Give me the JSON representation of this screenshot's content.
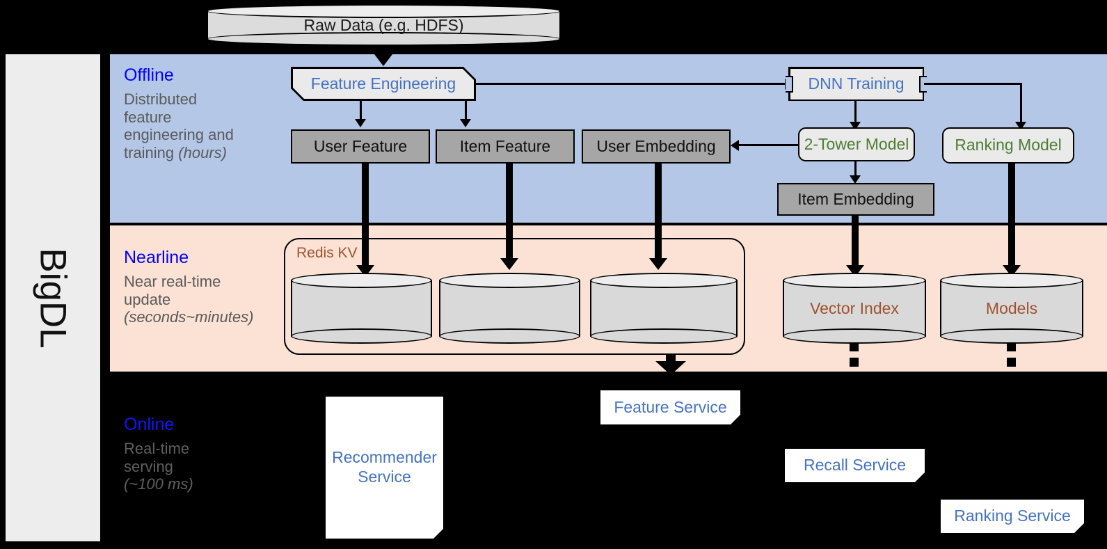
{
  "sidebar": {
    "label": "BigDL"
  },
  "bands": {
    "offline": {
      "title": "Offline",
      "desc_line1": "Distributed",
      "desc_line2": "feature",
      "desc_line3": "engineering and",
      "desc_line4": "training ",
      "desc_em": "(hours)",
      "color": "#b4c7e7"
    },
    "nearline": {
      "title": "Nearline",
      "desc_line1": "Near real-time",
      "desc_line2": "update",
      "desc_em": "(seconds~minutes)",
      "color": "#fbe2d5"
    },
    "online": {
      "title": "Online",
      "desc_line1": "Real-time",
      "desc_line2": "serving",
      "desc_em": "(~100 ms)",
      "color": "#000000"
    }
  },
  "nodes": {
    "raw_data": "Raw Data (e.g. HDFS)",
    "feature_engineering": "Feature Engineering",
    "dnn_training": "DNN Training",
    "user_feature": "User Feature",
    "item_feature": "Item Feature",
    "user_embedding": "User Embedding",
    "two_tower_model": "2-Tower Model",
    "ranking_model": "Ranking Model",
    "item_embedding": "Item Embedding",
    "redis_kv": "Redis KV",
    "vector_index": "Vector Index",
    "models": "Models",
    "recommender_service_l1": "Recommender",
    "recommender_service_l2": "Service",
    "feature_service": "Feature Service",
    "recall_service": "Recall Service",
    "ranking_service": "Ranking Service"
  },
  "colors": {
    "band_title": "#0000ff",
    "band_desc": "#5a5a5a",
    "blue_text": "#4472c4",
    "green_text": "#4f7e33",
    "brown_text": "#a0522d",
    "gray_fill": "#a6a6a6",
    "light_fill": "#eaeaea",
    "offline_band": "#b4c7e7",
    "nearline_band": "#fbe2d5",
    "sidebar_fill": "#ededed"
  }
}
